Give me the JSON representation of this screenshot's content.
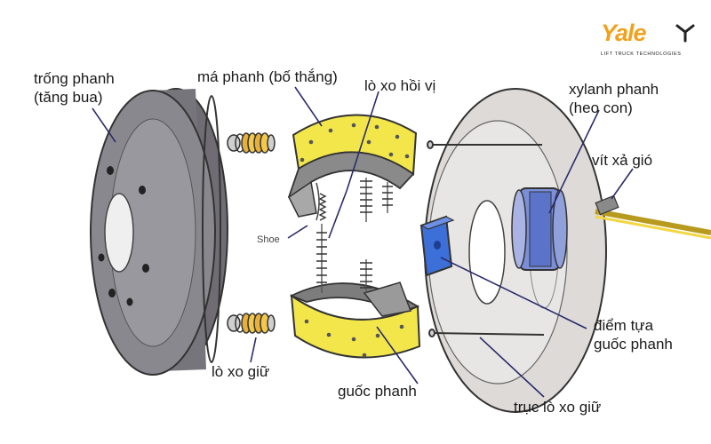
{
  "labels": {
    "drum": [
      "trống phanh",
      "(tăng bua)"
    ],
    "lining": "má phanh (bố thắng)",
    "return_spring": "lò xo hồi vị",
    "cylinder": [
      "xylanh phanh",
      "(heo con)"
    ],
    "bleeder": "vít xả gió",
    "shoe_small": "Shoe",
    "pivot": [
      "điểm tựa",
      "guốc phanh"
    ],
    "hold_spring": "lò xo giữ",
    "shoe": "guốc phanh",
    "hold_pin": "trục lò xo giữ"
  },
  "logo": {
    "brand": "Yale",
    "tagline": "LIFT TRUCK TECHNOLOGIES"
  },
  "colors": {
    "drum_grey": "#8a888f",
    "lining_yellow": "#f2e64b",
    "cylinder_blue": "#5b74c9",
    "pivot_blue": "#3d6fd9",
    "backplate": "#dedad8",
    "brand_orange": "#f0a21f"
  }
}
